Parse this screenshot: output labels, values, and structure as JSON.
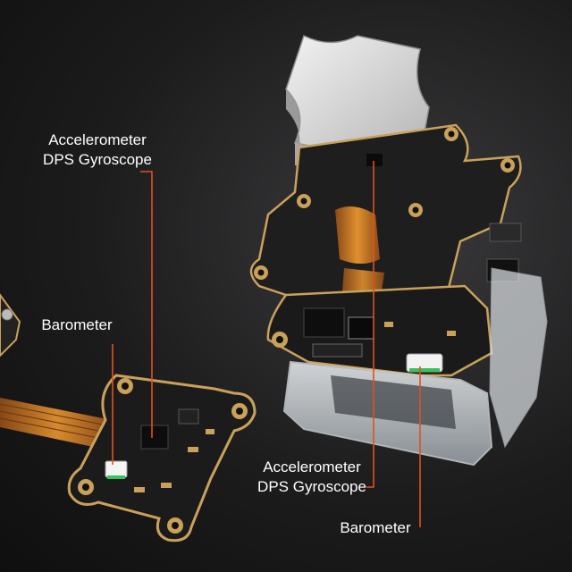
{
  "callouts": {
    "top_left": {
      "line1": "Accelerometer",
      "line2": "DPS Gyroscope"
    },
    "mid_left": {
      "text": "Barometer"
    },
    "bottom_right_sensor": {
      "line1": "Accelerometer",
      "line2": "DPS Gyroscope"
    },
    "bottom_right_baro": {
      "text": "Barometer"
    }
  },
  "colors": {
    "callout_line": "#e0511f",
    "pcb": "#1b1b1c",
    "gold": "#c9a15a",
    "flex": "#c9782a",
    "housing": "#d8dde0"
  }
}
